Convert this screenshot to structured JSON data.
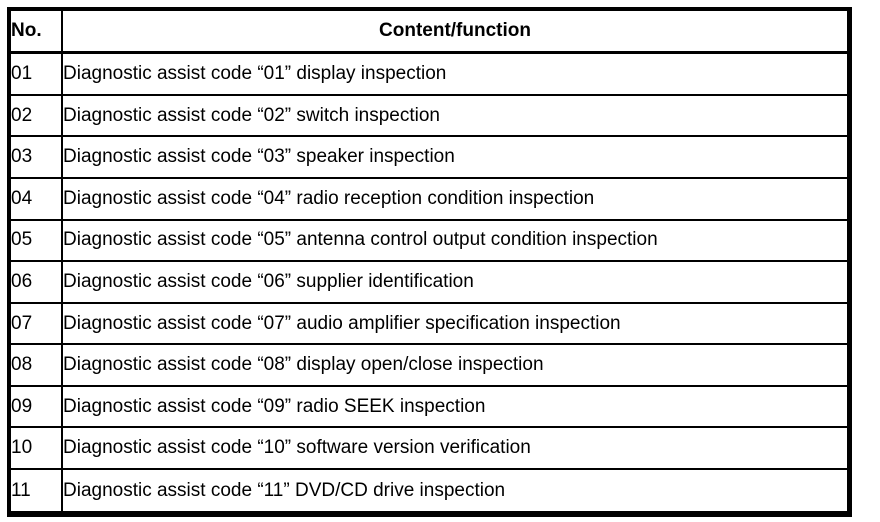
{
  "table": {
    "columns": [
      "No.",
      "Content/function"
    ],
    "rows": [
      {
        "no": "01",
        "content": "Diagnostic assist code “01” display inspection"
      },
      {
        "no": "02",
        "content": "Diagnostic assist code “02” switch inspection"
      },
      {
        "no": "03",
        "content": "Diagnostic assist code “03” speaker inspection"
      },
      {
        "no": "04",
        "content": "Diagnostic assist code “04” radio reception condition inspection"
      },
      {
        "no": "05",
        "content": "Diagnostic assist code “05” antenna control output condition inspection"
      },
      {
        "no": "06",
        "content": "Diagnostic assist code “06” supplier identification"
      },
      {
        "no": "07",
        "content": "Diagnostic assist code “07” audio amplifier specification inspection"
      },
      {
        "no": "08",
        "content": "Diagnostic assist code “08” display open/close inspection"
      },
      {
        "no": "09",
        "content": "Diagnostic assist code “09” radio SEEK inspection"
      },
      {
        "no": "10",
        "content": "Diagnostic assist code “10” software version verification"
      },
      {
        "no": "11",
        "content": "Diagnostic assist code “11” DVD/CD drive inspection"
      }
    ]
  }
}
